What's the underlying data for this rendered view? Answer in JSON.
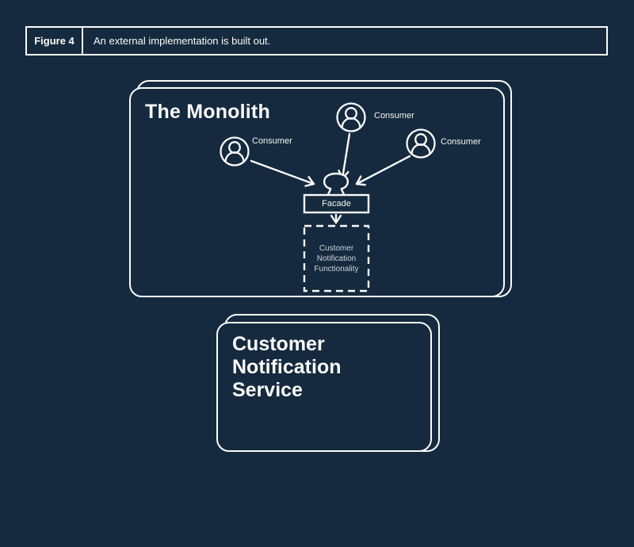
{
  "colors": {
    "background": "#152a3e",
    "stroke": "#fbfbf9",
    "muted_text": "#ced4db"
  },
  "figure_bar": {
    "label": "Figure 4",
    "caption": "An external implementation is built out."
  },
  "monolith": {
    "title": "The Monolith"
  },
  "consumers": [
    {
      "label": "Consumer"
    },
    {
      "label": "Consumer"
    },
    {
      "label": "Consumer"
    }
  ],
  "facade": {
    "label": "Facade"
  },
  "functionality": {
    "lines": [
      "Customer",
      "Notification",
      "Functionality"
    ]
  },
  "service": {
    "lines": [
      "Customer",
      "Notification",
      "Service"
    ]
  },
  "icons": {
    "consumer": "person-in-circle-icon",
    "facade_connector": "socket-knob-icon",
    "arrows": "open-v-arrowhead"
  }
}
